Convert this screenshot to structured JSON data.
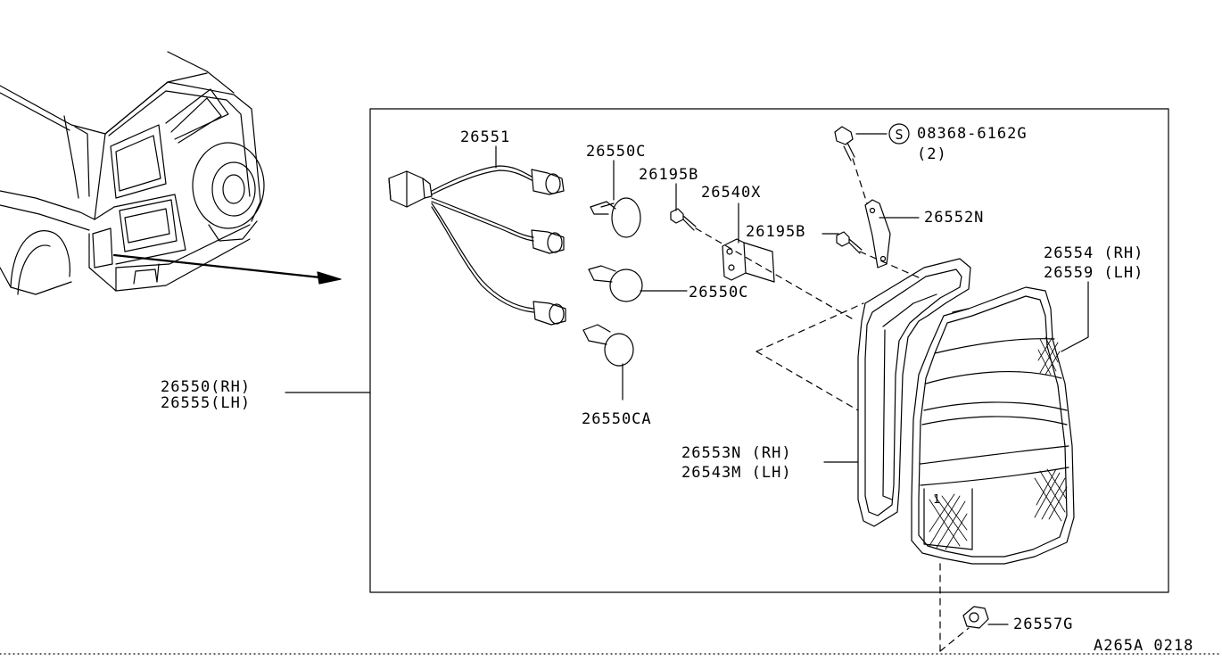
{
  "labels": {
    "harness": "26551",
    "bulb_top": "26550C",
    "bolt_left": "26195B",
    "bracket": "26540X",
    "bolt_right": "26195B",
    "screw_part": "08368-6162G",
    "screw_qty": "(2)",
    "screw_mark": "S",
    "bracket_right": "26552N",
    "lamp_rh": "26554 (RH)",
    "lamp_lh": "26559 (LH)",
    "bulb_mid": "26550C",
    "assy_rh": "26550(RH)",
    "assy_lh": "26555(LH)",
    "bulb_bottom": "26550CA",
    "gasket_rh": "26553N (RH)",
    "gasket_lh": "26543M (LH)",
    "lens_mark": "1",
    "clip": "26557G",
    "figure_id": "A265A 0218"
  }
}
